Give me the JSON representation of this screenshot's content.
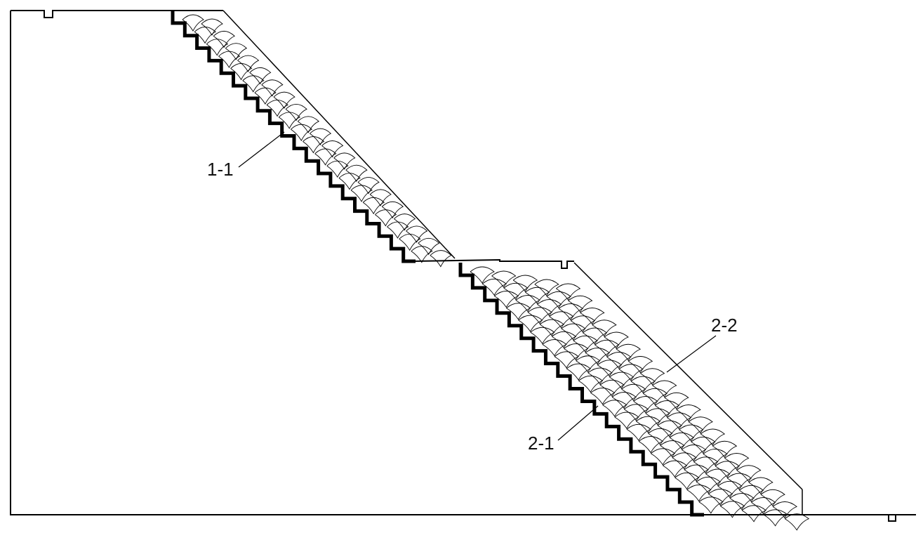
{
  "labels": {
    "upper_step_layer": "1-1",
    "lower_step_layer": "2-1",
    "lower_surface_layer": "2-2"
  },
  "colors": {
    "line": "#000000",
    "background": "#ffffff"
  }
}
